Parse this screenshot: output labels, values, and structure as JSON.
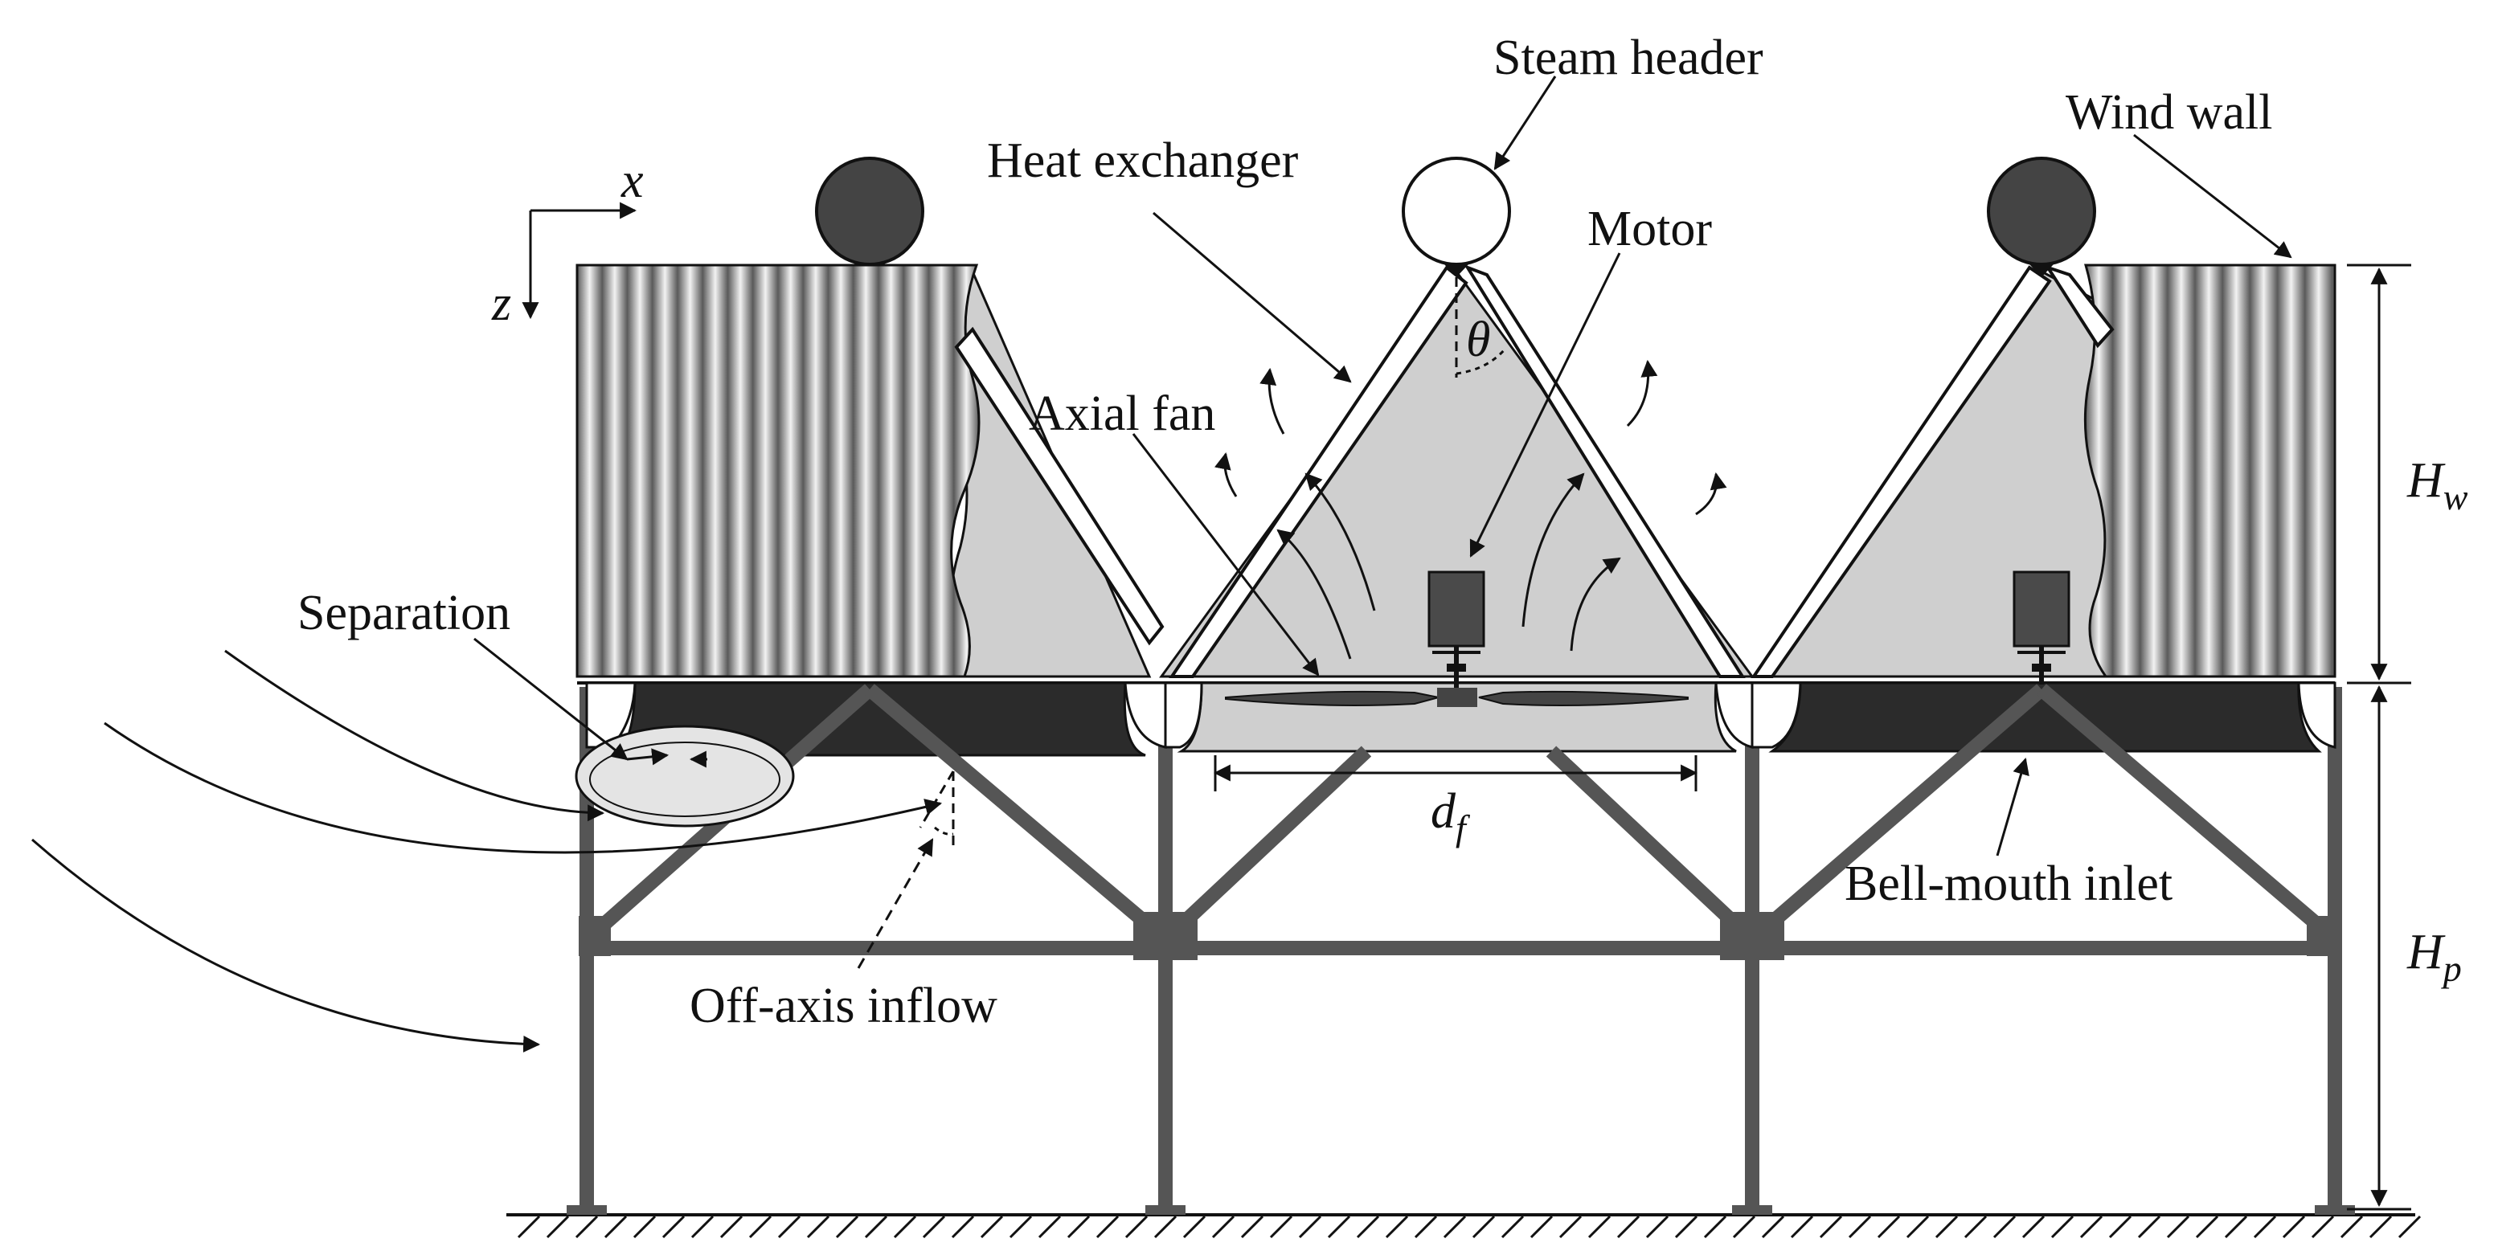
{
  "labels": {
    "steam_header": "Steam header",
    "wind_wall": "Wind wall",
    "heat_exchanger": "Heat exchanger",
    "motor": "Motor",
    "axial_fan": "Axial fan",
    "separation": "Separation",
    "bell_mouth_inlet": "Bell-mouth inlet",
    "off_axis_inflow": "Off-axis inflow"
  },
  "symbols": {
    "x_axis": "x",
    "z_axis": "z",
    "theta": "θ",
    "d_f_main": "d",
    "d_f_sub": "f",
    "H_w_main": "H",
    "H_w_sub": "w",
    "H_p_main": "H",
    "H_p_sub": "p"
  },
  "colors": {
    "line": "#111111",
    "dark_fill": "#2b2b2b",
    "structure": "#555555",
    "motor": "#4a4a4a",
    "air_region": "#cfcfcf",
    "header_dark": "#444444",
    "header_light": "#ffffff"
  }
}
